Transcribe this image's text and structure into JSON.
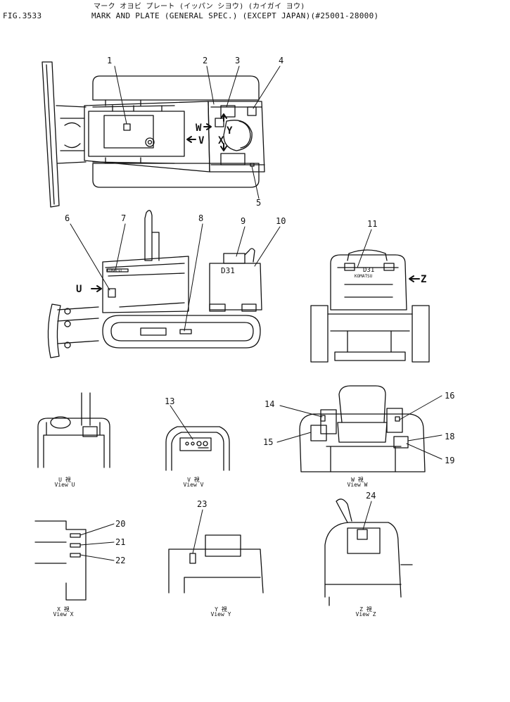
{
  "header": {
    "fig_no": "FIG.3533",
    "title_jp": "マーク オヨビ プレート (イッパン シヨウ) (カイガイ ヨウ)",
    "title_en": "MARK AND PLATE (GENERAL SPEC.) (EXCEPT JAPAN)(#25001-28000)"
  },
  "callouts": [
    "1",
    "2",
    "3",
    "4",
    "5",
    "6",
    "7",
    "8",
    "9",
    "10",
    "11",
    "13",
    "14",
    "15",
    "16",
    "18",
    "19",
    "20",
    "21",
    "22",
    "23",
    "24"
  ],
  "direction_labels": {
    "u": "U",
    "v": "V",
    "w": "W",
    "x": "X",
    "y": "Y",
    "z": "Z"
  },
  "plate_labels": {
    "model": "D31",
    "brand": "KOMATSU"
  },
  "views": {
    "u": {
      "jp": "U 視",
      "en": "View U"
    },
    "v": {
      "jp": "V 視",
      "en": "View V"
    },
    "w": {
      "jp": "W 視",
      "en": "View W"
    },
    "x": {
      "jp": "X 視",
      "en": "View X"
    },
    "y": {
      "jp": "Y 視",
      "en": "View Y"
    },
    "z": {
      "jp": "Z 視",
      "en": "View Z"
    }
  }
}
